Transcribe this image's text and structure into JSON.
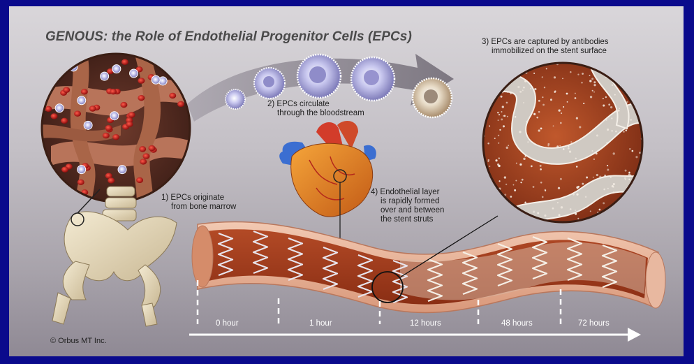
{
  "title": "GENOUS: the Role of Endothelial Progenitor Cells (EPCs)",
  "steps": {
    "step1": [
      "1) EPCs originate",
      "from bone marrow"
    ],
    "step2": [
      "2) EPCs circulate",
      "through the bloodstream"
    ],
    "step3": [
      "3) EPCs are captured by antibodies",
      "immobilized on the stent surface"
    ],
    "step4": [
      "4) Endothelial layer",
      "is rapidly formed",
      "over and between",
      "the stent struts"
    ]
  },
  "timeline": [
    "0 hour",
    "1 hour",
    "12 hours",
    "48 hours",
    "72 hours"
  ],
  "copyright": "© Orbus MT Inc.",
  "colors": {
    "background": "#0a0a8c",
    "tissue": "#a8452a",
    "blood_cell": "#c41818",
    "epc": "#c9c8ef"
  }
}
